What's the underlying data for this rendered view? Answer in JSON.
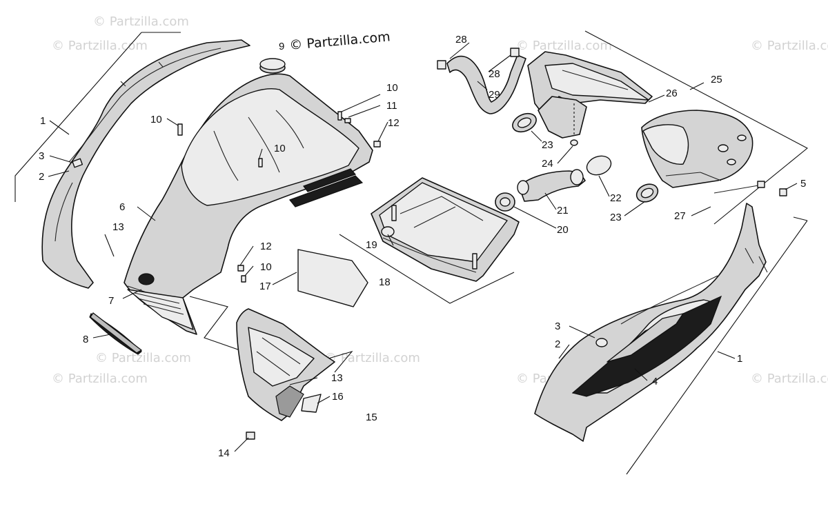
{
  "header_watermark": "© Partzilla.com",
  "watermarks": {
    "text": "© Partzilla.com",
    "color": "#d2d2d2"
  },
  "callouts": {
    "c1_left": "1",
    "c2_left": "2",
    "c3_left": "3",
    "c6": "6",
    "c7": "7",
    "c8": "8",
    "c9": "9",
    "c10_a": "10",
    "c10_b": "10",
    "c10_c": "10",
    "c10_d": "10",
    "c11": "11",
    "c12_a": "12",
    "c12_b": "12",
    "c13_a": "13",
    "c13_b": "13",
    "c14": "14",
    "c15": "15",
    "c16": "16",
    "c17": "17",
    "c18": "18",
    "c19": "19",
    "c20": "20",
    "c21": "21",
    "c22": "22",
    "c23_a": "23",
    "c23_b": "23",
    "c24": "24",
    "c25": "25",
    "c26": "26",
    "c27": "27",
    "c28_a": "28",
    "c28_b": "28",
    "c29": "29",
    "c1_right": "1",
    "c2_right": "2",
    "c3_right": "3",
    "c4": "4",
    "c5": "5"
  },
  "colors": {
    "line": "#111111",
    "part_fill": "#d4d4d4",
    "decal_dark": "#1c1c1c"
  }
}
